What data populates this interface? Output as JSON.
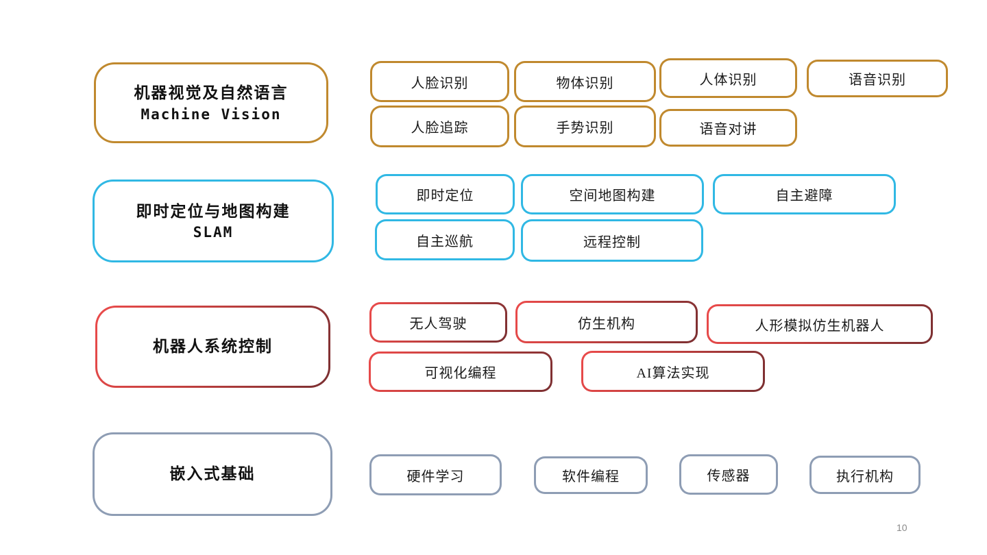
{
  "page_number": "10",
  "colors": {
    "gold": "#C0892E",
    "cyan": "#30B8E4",
    "red_gradient_start": "#EB4B4B",
    "red_gradient_end": "#7A2F31",
    "gray": "#8E9DB4",
    "text": "#1a1a1a",
    "page_number_gray": "#8a8a8a"
  },
  "groups": [
    {
      "name": "machine-vision",
      "title": "机器视觉及自然语言",
      "subtitle": "Machine Vision",
      "items": [
        "人脸识别",
        "物体识别",
        "人体识别",
        "语音识别",
        "人脸追踪",
        "手势识别",
        "语音对讲"
      ]
    },
    {
      "name": "slam",
      "title": "即时定位与地图构建",
      "subtitle": "SLAM",
      "items": [
        "即时定位",
        "空间地图构建",
        "自主避障",
        "自主巡航",
        "远程控制"
      ]
    },
    {
      "name": "robot-system-control",
      "title": "机器人系统控制",
      "items": [
        "无人驾驶",
        "仿生机构",
        "人形模拟仿生机器人",
        "可视化编程",
        "AI算法实现"
      ]
    },
    {
      "name": "embedded-basics",
      "title": "嵌入式基础",
      "items": [
        "硬件学习",
        "软件编程",
        "传感器",
        "执行机构"
      ]
    }
  ]
}
